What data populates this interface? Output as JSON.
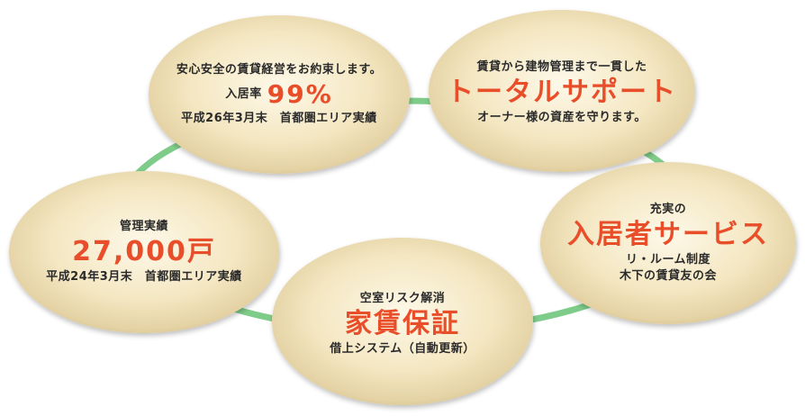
{
  "colors": {
    "accent": "#e94e2a",
    "ring": "#7fcc8a",
    "bubble_light": "#fbf3dc",
    "bubble_dark": "#dcc89b"
  },
  "bubbles": {
    "occupancy": {
      "line1": "安心安全の賃貸経営をお約束します。",
      "label": "入居率",
      "value": "99%",
      "note": "平成26年3月末　首都圏エリア実績"
    },
    "support": {
      "line1": "賃貸から建物管理まで一貫した",
      "headline": "トータルサポート",
      "line2": "オーナー様の資産を守ります。"
    },
    "management": {
      "line1": "管理実績",
      "headline": "27,000戸",
      "note": "平成24年3月末　首都圏エリア実績"
    },
    "services": {
      "line1": "充実の",
      "headline": "入居者サービス",
      "line2": "リ・ルーム制度",
      "line3": "木下の賃貸友の会"
    },
    "guarantee": {
      "line1": "空室リスク解消",
      "headline": "家賃保証",
      "line2": "借上システム（自動更新）"
    }
  }
}
